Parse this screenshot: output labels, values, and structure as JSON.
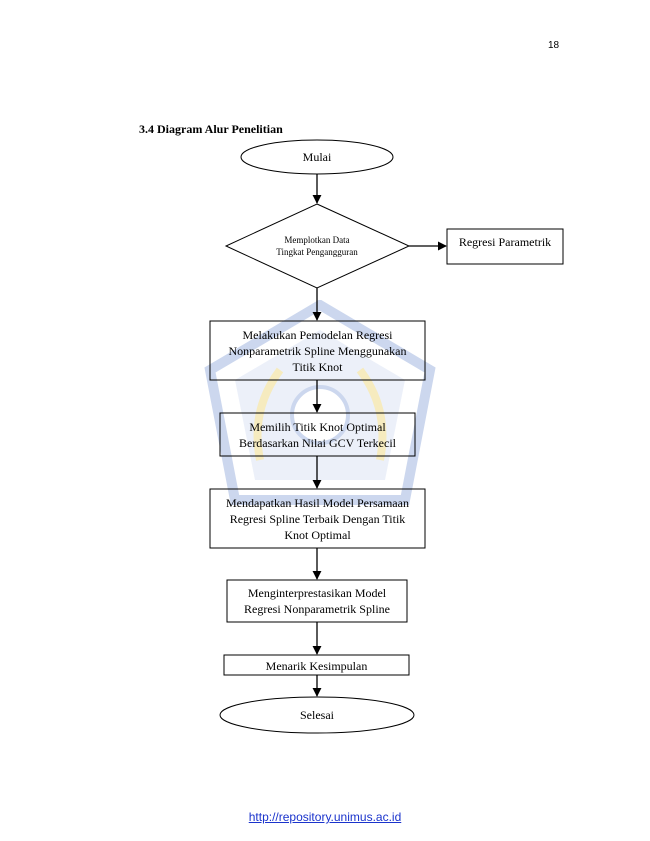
{
  "page": {
    "number": "18"
  },
  "section": {
    "heading": "3.4 Diagram Alur Penelitian"
  },
  "flowchart": {
    "start": "Mulai",
    "decision": "Memplotkan Data Tingkat Pengangguran",
    "side_result": "Regresi Parametrik",
    "step1": "Melakukan Pemodelan Regresi Nonparametrik Spline Menggunakan Titik Knot",
    "step2": "Memilih Titik Knot Optimal Berdasarkan Nilai GCV Terkecil",
    "step3": "Mendapatkan Hasil Model Persamaan Regresi Spline Terbaik Dengan Titik Knot Optimal",
    "step4": "Menginterprestasikan Model Regresi Nonparametrik Spline",
    "step5": "Menarik Kesimpulan",
    "end": "Selesai"
  },
  "footer": {
    "link": "http://repository.unimus.ac.id"
  },
  "colors": {
    "link": "#1a33cc",
    "watermark": "#6f8fcf"
  }
}
